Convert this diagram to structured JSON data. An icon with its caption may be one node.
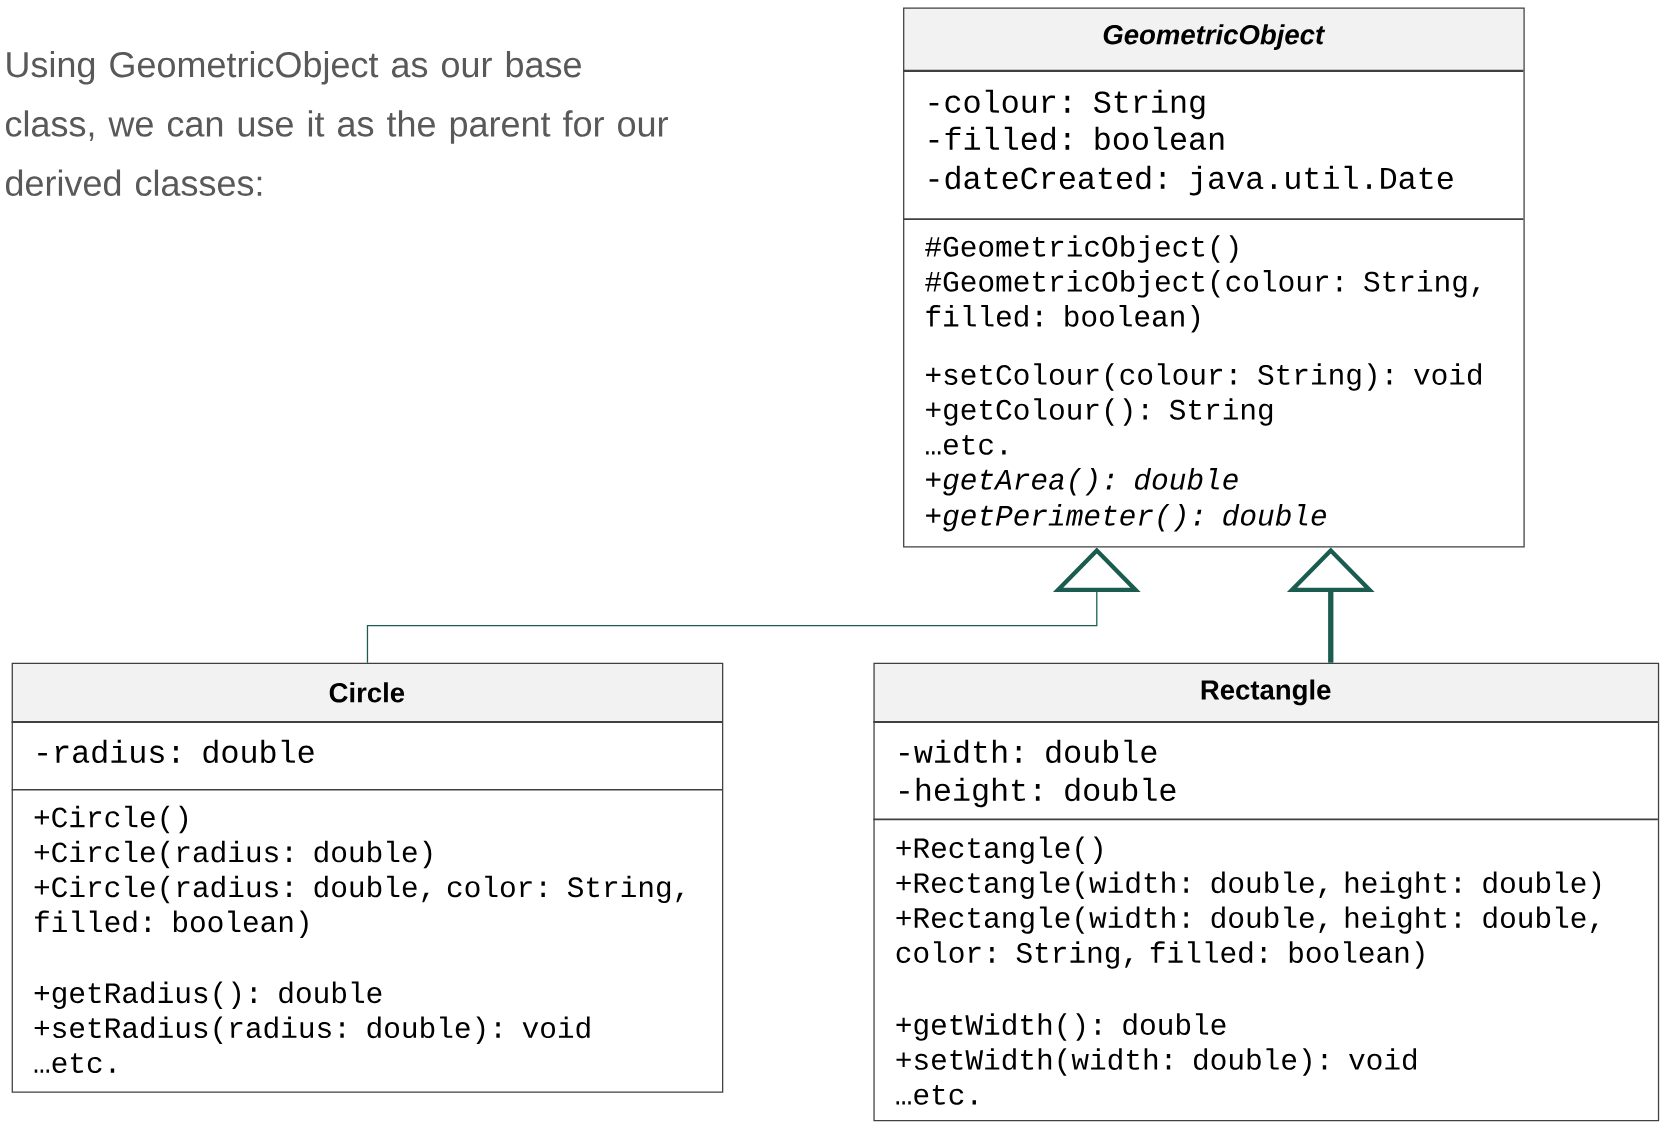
{
  "diagram": {
    "nodes": [
      {
        "text": [
          "GeometricObject",
          "-colour: String",
          "-filled: boolean",
          "-dateCreated: java.util.Date",
          "#GeometricObject()",
          "#GeometricObject(colour: String, filled: boolean)",
          "+setColour(colour: String): void",
          "+getColour(): String",
          "…etc.",
          "+getArea(): double",
          "+getPerimeter(): double"
        ]
      },
      {
        "text": [
          "Circle",
          "-radius: double",
          "+Circle()",
          "+Circle(radius: double)",
          "+Circle(radius: double, color: String, filled: boolean)",
          "+getRadius(): double",
          "+setRadius(radius: double): void",
          "…etc."
        ]
      },
      {
        "text": [
          "Rectangle",
          "-width: double",
          "-height: double",
          "+Rectangle()",
          "+Rectangle(width: double, height: double)",
          "+Rectangle(width: double, height: double, color: String, filled: boolean)",
          "+getWidth(): double",
          "+setWidth(width: double): void",
          "…etc."
        ]
      }
    ],
    "edges": [
      {
        "from": 1,
        "to": 0,
        "arrow": "to"
      },
      {
        "from": 2,
        "to": 0,
        "arrow": "to",
        "style": "thick"
      }
    ],
    "labels": [
      "Using GeometricObject as our base class, we can use it as the parent for our derived classes:"
    ]
  }
}
